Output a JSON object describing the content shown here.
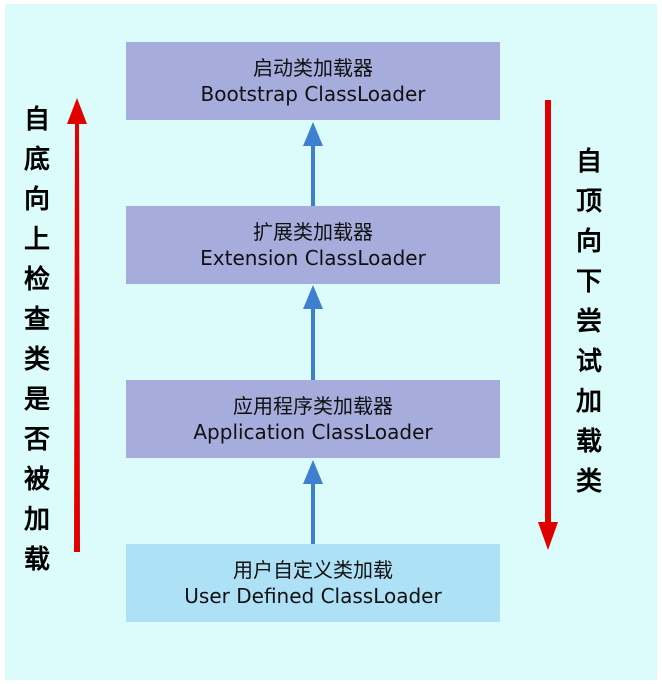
{
  "loaders": [
    {
      "cn": "启动类加载器",
      "en": "Bootstrap ClassLoader",
      "color": "#a6acdc"
    },
    {
      "cn": "扩展类加载器",
      "en": "Extension ClassLoader",
      "color": "#a6acdc"
    },
    {
      "cn": "应用程序类加载器",
      "en": "Application ClassLoader",
      "color": "#a6acdc"
    },
    {
      "cn": "用户自定义类加载",
      "en": "User Defined ClassLoader",
      "color": "#aee0f6"
    }
  ],
  "left_label_chars": [
    "自",
    "底",
    "向",
    "上",
    "检",
    "查",
    "类",
    "是",
    "否",
    "被",
    "加",
    "载"
  ],
  "right_label_chars": [
    "自",
    "顶",
    "向",
    "下",
    "尝",
    "试",
    "加",
    "载",
    "类"
  ],
  "colors": {
    "background": "#dcfcfc",
    "connector_arrow": "#3f7fd0",
    "side_arrow": "#e00000"
  }
}
